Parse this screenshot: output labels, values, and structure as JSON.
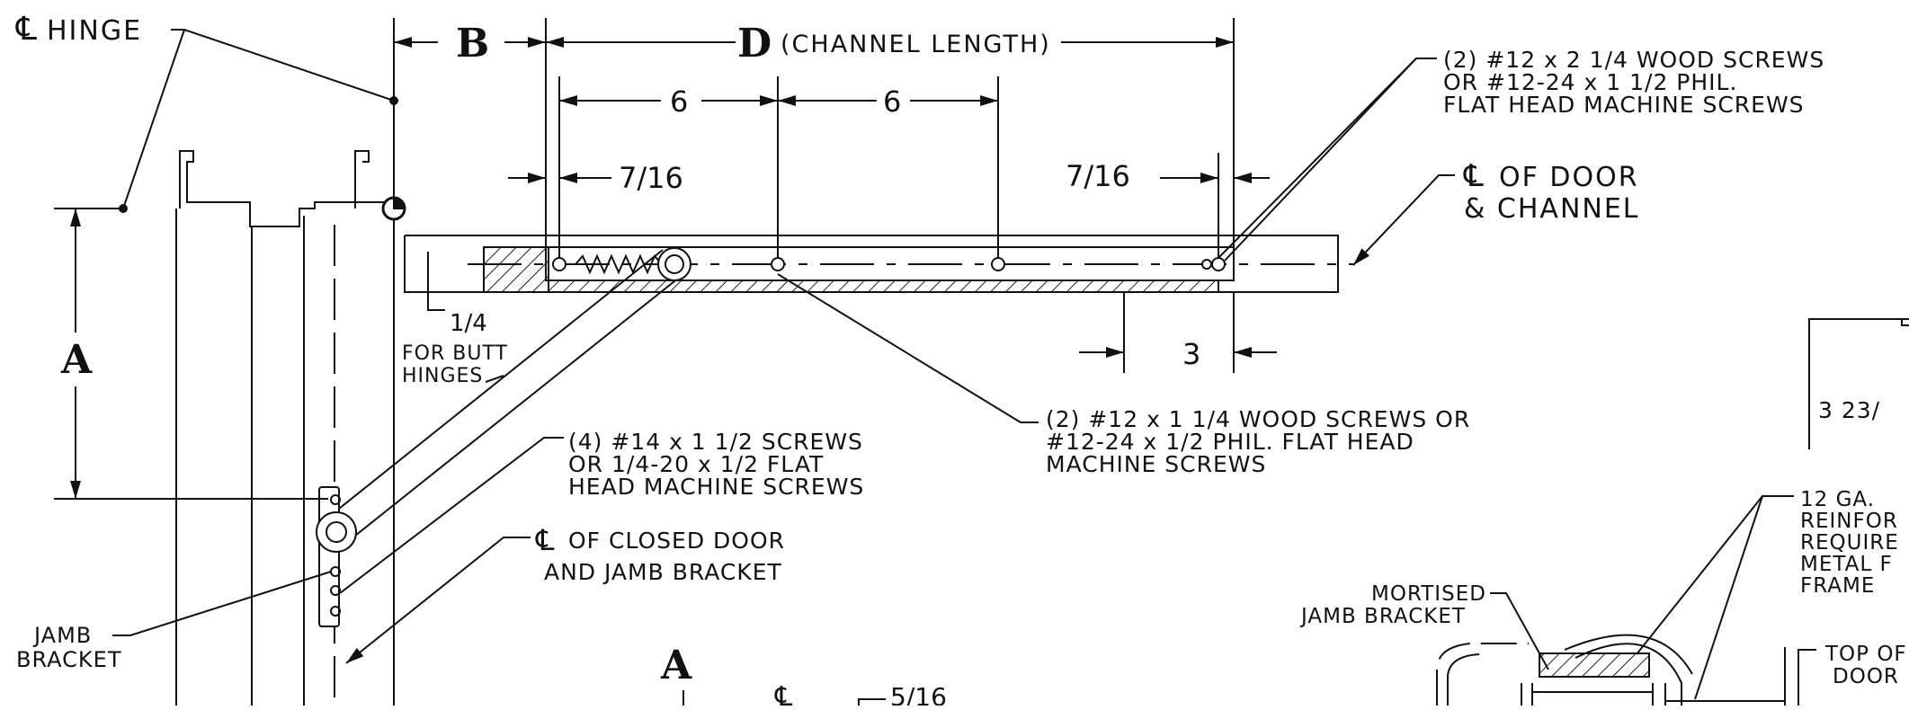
{
  "labels": {
    "cl_symbol": "℄",
    "hinge": "HINGE",
    "dim_b": "B",
    "dim_d": "D",
    "channel_length": "(CHANNEL LENGTH)",
    "six_left": "6",
    "six_right": "6",
    "frac_left": "7/16",
    "frac_right": "7/16",
    "cl_door_channel_1": "OF DOOR",
    "cl_door_channel_2": "& CHANNEL",
    "screws_top_1": "(2) #12 x 2 1/4 WOOD SCREWS",
    "screws_top_2": "OR #12-24 x 1 1/2 PHIL.",
    "screws_top_3": "FLAT HEAD MACHINE SCREWS",
    "quarter": "1/4",
    "butt_1": "FOR BUTT",
    "butt_2": "HINGES",
    "dim_a": "A",
    "dim_a_lower": "A",
    "three": "3",
    "screws_mid_1": "(2) #12 x 1 1/4 WOOD SCREWS OR",
    "screws_mid_2": "#12-24 x 1/2 PHIL. FLAT HEAD",
    "screws_mid_3": "MACHINE SCREWS",
    "screws_low_1": "(4) #14 x 1 1/2 SCREWS",
    "screws_low_2": "OR 1/4-20 x 1/2 FLAT",
    "screws_low_3": "HEAD MACHINE SCREWS",
    "closed_door_1": "OF CLOSED DOOR",
    "closed_door_2": "AND JAMB BRACKET",
    "jamb_1": "JAMB",
    "jamb_2": "BRACKET",
    "five_sixteenths": "5/16",
    "mortised_1": "MORTISED",
    "mortised_2": "JAMB BRACKET",
    "partial_dim": "3 23/",
    "ga_1": "12 GA.",
    "ga_2": "REINFOR",
    "ga_3": "REQUIRE",
    "ga_4": "METAL F",
    "ga_5": "FRAME",
    "top_of_1": "TOP OF",
    "top_of_2": "DOOR"
  }
}
